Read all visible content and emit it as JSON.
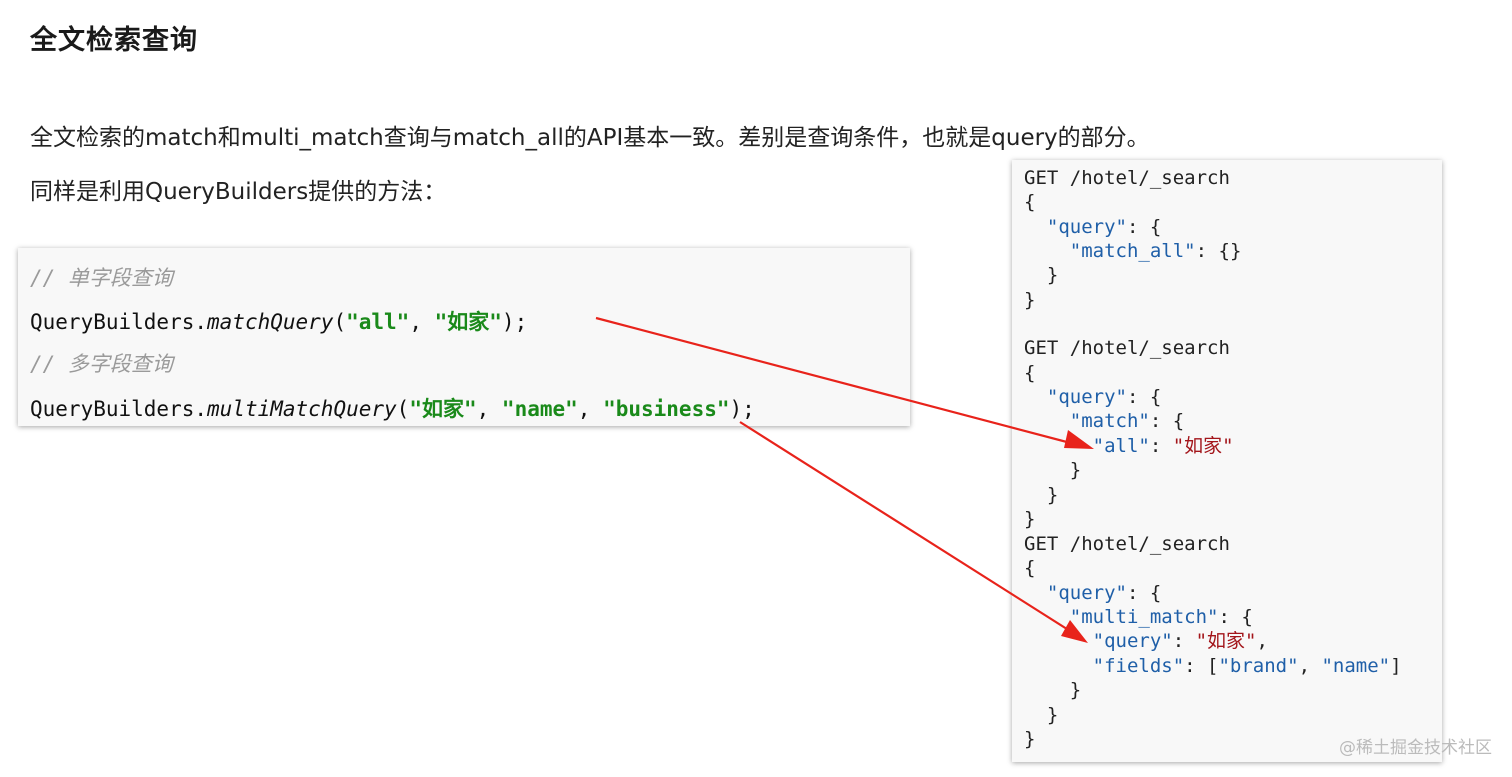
{
  "heading": "全文检索查询",
  "paragraphs": {
    "p1": "全文检索的match和multi_match查询与match_all的API基本一致。差别是查询条件，也就是query的部分。",
    "p2": "同样是利用QueryBuilders提供的方法："
  },
  "java": {
    "comment1": "// 单字段查询",
    "line2": {
      "prefix": "QueryBuilders.",
      "method": "matchQuery",
      "open": "(",
      "arg1": "\"all\"",
      "sep1": ", ",
      "arg2": "\"如家\"",
      "close": ");"
    },
    "comment2": "// 多字段查询",
    "line4": {
      "prefix": "QueryBuilders.",
      "method": "multiMatchQuery",
      "open": "(",
      "arg1": "\"如家\"",
      "sep1": ", ",
      "arg2": "\"name\"",
      "sep2": ", ",
      "arg3": "\"business\"",
      "close": ");"
    }
  },
  "json_code": {
    "get": "GET /hotel/_search",
    "open_brace": "{",
    "close_brace": "}",
    "inner_close": "  }",
    "inner2_close": "    }",
    "query_key": "\"query\"",
    "match_all_key": "\"match_all\"",
    "match_all_val": "{}",
    "match_key": "\"match\"",
    "all_key": "\"all\"",
    "all_val": "\"如家\"",
    "multi_match_key": "\"multi_match\"",
    "mm_query_key": "\"query\"",
    "mm_query_val": "\"如家\"",
    "fields_key": "\"fields\"",
    "fields_brand": "\"brand\"",
    "fields_name": "\"name\""
  },
  "watermark": "@稀土掘金技术社区",
  "colors": {
    "string_green": "#1a8a1a",
    "json_key_blue": "#1f5fa8",
    "json_value_red": "#a3151a",
    "arrow_red": "#e8231b",
    "comment_gray": "#9a9a9a"
  }
}
